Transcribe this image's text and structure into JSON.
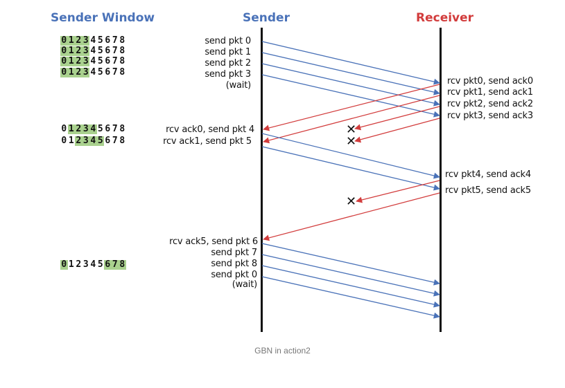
{
  "titles": {
    "window": "Sender Window",
    "sender": "Sender",
    "receiver": "Receiver"
  },
  "caption": "GBN in action2",
  "colors": {
    "send_arrow": "#4a72b8",
    "ack_arrow": "#d23c3c",
    "window_highlight": "#a9d18e"
  },
  "window_rows": [
    {
      "digits": [
        "0",
        "1",
        "2",
        "3",
        "4",
        "5",
        "6",
        "7",
        "8"
      ],
      "highlight": [
        0,
        1,
        2,
        3
      ]
    },
    {
      "digits": [
        "0",
        "1",
        "2",
        "3",
        "4",
        "5",
        "6",
        "7",
        "8"
      ],
      "highlight": [
        0,
        1,
        2,
        3
      ]
    },
    {
      "digits": [
        "0",
        "1",
        "2",
        "3",
        "4",
        "5",
        "6",
        "7",
        "8"
      ],
      "highlight": [
        0,
        1,
        2,
        3
      ]
    },
    {
      "digits": [
        "0",
        "1",
        "2",
        "3",
        "4",
        "5",
        "6",
        "7",
        "8"
      ],
      "highlight": [
        0,
        1,
        2,
        3
      ]
    },
    {
      "digits": [
        "0",
        "1",
        "2",
        "3",
        "4",
        "5",
        "6",
        "7",
        "8"
      ],
      "highlight": [
        1,
        2,
        3,
        4
      ]
    },
    {
      "digits": [
        "0",
        "1",
        "2",
        "3",
        "4",
        "5",
        "6",
        "7",
        "8"
      ],
      "highlight": [
        2,
        3,
        4,
        5
      ]
    },
    {
      "digits": [
        "0",
        "1",
        "2",
        "3",
        "4",
        "5",
        "6",
        "7",
        "8"
      ],
      "highlight": [
        0,
        6,
        7,
        8
      ]
    }
  ],
  "sender_events": [
    "send pkt 0",
    "send pkt 1",
    "send pkt 2",
    "send pkt 3",
    "(wait)",
    "rcv ack0, send pkt 4",
    "rcv ack1, send pkt 5",
    "rcv ack5, send pkt 6",
    "send pkt 7",
    "send pkt 8",
    "send pkt 0",
    "(wait)"
  ],
  "receiver_events": [
    "rcv pkt0, send ack0",
    "rcv pkt1, send ack1",
    "rcv pkt2, send ack2",
    "rcv pkt3, send ack3",
    "rcv pkt4, send ack4",
    "rcv pkt5, send ack5"
  ],
  "loss_marks": [
    "✕",
    "✕",
    "✕"
  ]
}
